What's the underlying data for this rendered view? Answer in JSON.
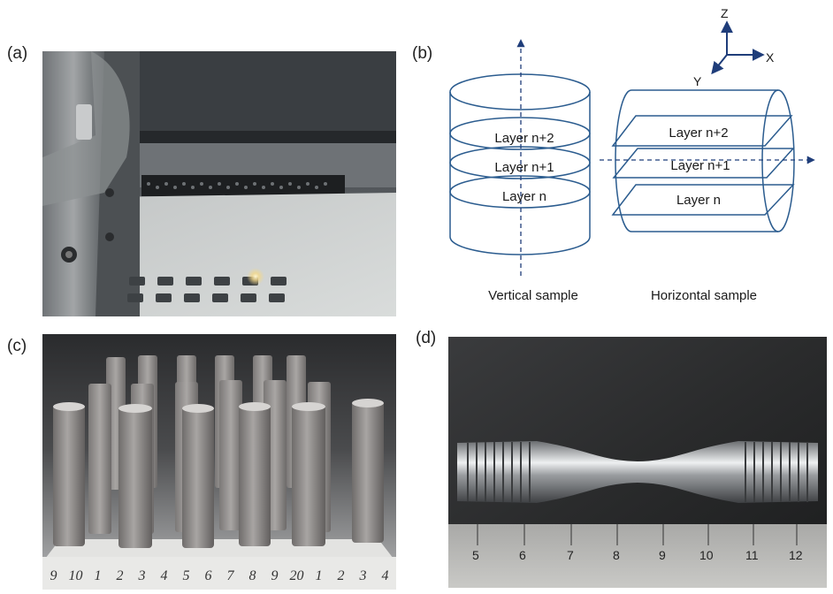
{
  "panels": {
    "a": {
      "label": "(a)"
    },
    "b": {
      "label": "(b)"
    },
    "c": {
      "label": "(c)"
    },
    "d": {
      "label": "(d)"
    }
  },
  "diagram": {
    "axes": {
      "z": "Z",
      "x": "X",
      "y": "Y"
    },
    "vertical_sample": {
      "layers": [
        "Layer n+2",
        "Layer n+1",
        "Layer n"
      ],
      "caption": "Vertical sample"
    },
    "horizontal_sample": {
      "layers": [
        "Layer n+2",
        "Layer n+1",
        "Layer n"
      ],
      "caption": "Horizontal sample"
    }
  },
  "ruler_c": {
    "labels": [
      "9",
      "10",
      "1",
      "2",
      "3",
      "4",
      "5",
      "6",
      "7",
      "8",
      "9",
      "20",
      "1",
      "2",
      "3",
      "4"
    ]
  },
  "ruler_d": {
    "labels": [
      "5",
      "6",
      "7",
      "8",
      "9",
      "10",
      "11",
      "12"
    ]
  },
  "colors": {
    "diagram_line": "#2b5c8f",
    "axis_arrow": "#1f3d7a"
  }
}
